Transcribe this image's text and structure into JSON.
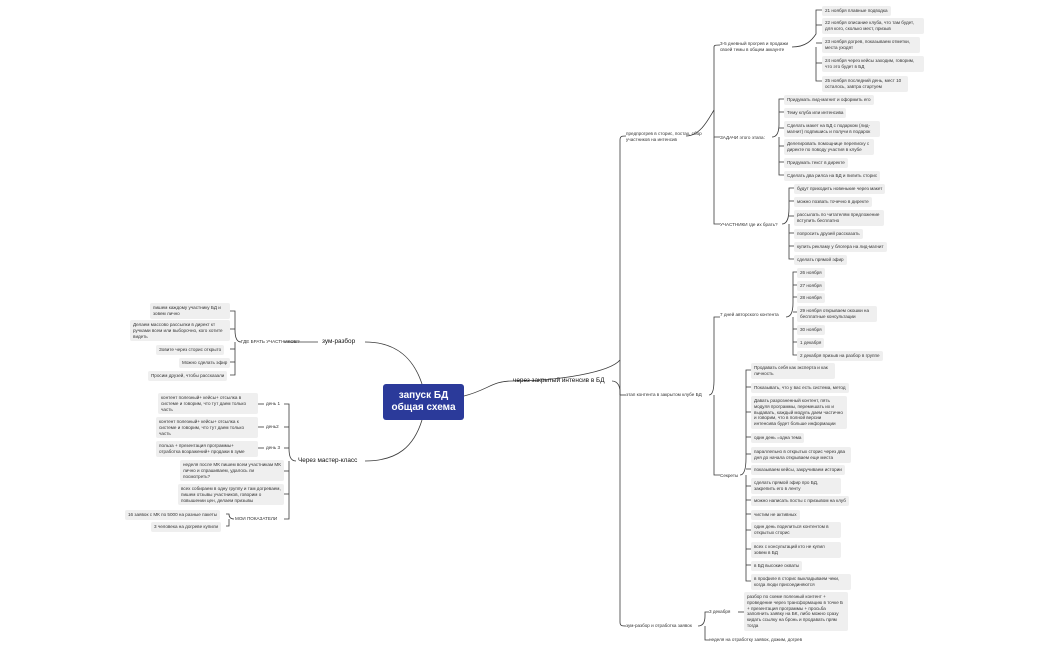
{
  "root": "запуск БД общая схема",
  "branches": {
    "closed": "через закрытый интенсив в БД",
    "zoom": "зум-разбор",
    "mk": "Через мастер-класс"
  },
  "closed": {
    "warmup": "предпрогрев в сторис, постах, сбор участников на интенсив",
    "teaser": "3-5 дневный прогрев и продажи своей темы в общем аккаунте",
    "teaser_items": [
      "21 ноября плавные подводка",
      "22 ноября описание клуба, что там будет, для кого, сколько мест, призыв",
      "23 ноября догрев, показываем отметки, места уходят",
      "24 ноября через кейсы заходим, говорим, что это будет в БД",
      "25 ноября последний день, мест 10 осталось, завтра стартуем"
    ],
    "tasks": "ЗАДАЧИ этого этапа:",
    "tasks_items": [
      "Придумать лид-магнит и оформить его",
      "Тему клуба или интенсива",
      "Сделать макет на БД с подарком (лид-магнит) подпишись и получи в подарок",
      "Делегировать помощнице переписку с директе по поводу участия в клубе",
      "Придумать текст в директе",
      "Сделать два рилса на БД и пилить сторис"
    ],
    "participants": "УЧАСТНИКИ где их брать?",
    "participants_items": [
      "будут приходить новенькие через макет",
      "можно позвать точечно в директе",
      "рассылать по читателям предложение вступить бесплатно",
      "попросить друзей рассказать",
      "купить рекламу у блогера на лид-магнит",
      "сделать прямой эфир"
    ],
    "author": "7 дней авторского контента",
    "author_items": [
      "26 ноября",
      "27 ноября",
      "28 ноября",
      "29 ноября открываем окошки на бесплатные консультации",
      "30 ноября",
      "1 декабря",
      "2 декабря призыв на разбор в группе"
    ],
    "stage": "этап контента в закрытом клубе БД",
    "secrets": "Секреты",
    "secrets_items": [
      "Продавать себя как эксперта и как личность",
      "Показывать, что у вас есть система, метод",
      "Давать разрозненный контент, пять модуля программы, перемешать их и выдавать, каждый модуль даем частично и говорим, что в полной версии интенсива будет больше информации",
      "один день =одна тема",
      "параллельно в открытых сторис через два дня до начала открываем еще места",
      "показываем кейсы, закручиваем истории",
      "сделать прямой эфир про БД, закрепить его в ленту",
      "можно написать посты с призывом на клуб",
      "чистим не активных",
      "один день поделиться контентом в открытых сторис",
      "всех с консультаций кто не купил зовем в БД",
      "в БД высокие охваты",
      "в профиле в сторис выкладываем чеки, когда люди присоединяются"
    ],
    "zoomstage": "зум-разбор и отработка заявок",
    "dec3": "3 декабря",
    "dec3_text": "разбор по схеме полезный контент + проведение через трансформацию в точке Б + презентация программы + просьба заполнить заявку на БК, либо можно сразу кидать ссылку на бронь и продавать прям тогда",
    "week": "неделя на отработку заявок, дожим, догрев"
  },
  "zoom": {
    "where": "ГДЕ БРАТЬ УЧАСТНИКОВ?",
    "items": [
      "пишем каждому участнику БД и зовем лично",
      "Делаем массово рассылки в директ кт ручками всем или выборочно, кого хотите видеть",
      "Зовите через сторис открыто",
      "Можно сделать эфир",
      "Просим друзей, чтобы рассказали"
    ]
  },
  "mk": {
    "day1": "день 1",
    "day1_text": "контент полезный+ кейсы+ отсылка в системе и говорим, что тут даем только часть",
    "day2": "день2",
    "day2_text": "контент полезный+ кейсы+ отсылка к системе и говорим, что тут даем только часть",
    "day3": "день 3",
    "day3_text": "польза + презентация программы+ отработка возражений+ продажи в зуме",
    "after1": "неделя после МК пишем всем участникам МК лично и спрашиваем, удалось ли посмотреть?",
    "after2": "всех собираем в одну группу и там догреваем, пишем отзывы участников, говорим о повышении цен, делаем призывы",
    "metrics": "МОИ ПОКАЗАТЕЛИ",
    "metrics1": "16 заявок с МК по 5000 на разные пакеты",
    "metrics2": "3 человека на догреве купили"
  }
}
